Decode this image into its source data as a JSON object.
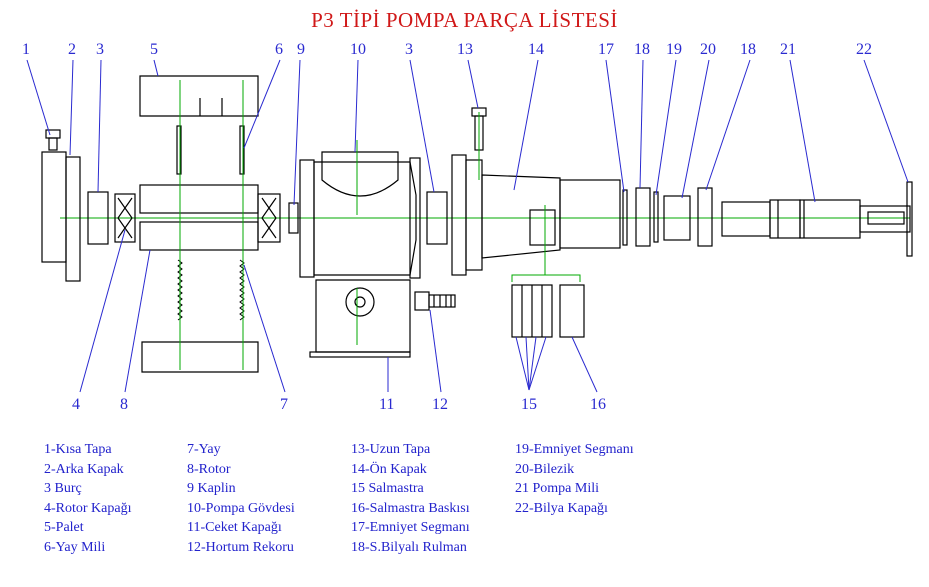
{
  "title": "P3 TİPİ POMPA PARÇA LİSTESİ",
  "colors": {
    "title": "#d01818",
    "labels": "#2a2ad0",
    "outline": "#000000",
    "centerline": "#00aa00"
  },
  "callouts": {
    "c1": "1",
    "c2": "2",
    "c3a": "3",
    "c5": "5",
    "c6": "6",
    "c9": "9",
    "c10": "10",
    "c3b": "3",
    "c13": "13",
    "c14": "14",
    "c17": "17",
    "c18a": "18",
    "c19": "19",
    "c20": "20",
    "c18b": "18",
    "c21": "21",
    "c22": "22",
    "c4": "4",
    "c8": "8",
    "c7": "7",
    "c11": "11",
    "c12": "12",
    "c15": "15",
    "c16": "16"
  },
  "legend": {
    "col1": [
      "1-Kısa Tapa",
      "2-Arka Kapak",
      "3 Burç",
      "4-Rotor Kapağı",
      "5-Palet",
      "6-Yay Mili"
    ],
    "col2": [
      "7-Yay",
      "8-Rotor",
      "9 Kaplin",
      "10-Pompa Gövdesi",
      "11-Ceket Kapağı",
      "12-Hortum Rekoru"
    ],
    "col3": [
      "13-Uzun Tapa",
      "14-Ön Kapak",
      "15 Salmastra",
      "16-Salmastra Baskısı",
      "17-Emniyet Segmanı",
      "18-S.Bilyalı Rulman"
    ],
    "col4": [
      "19-Emniyet Segmanı",
      "20-Bilezik",
      "21 Pompa Mili",
      "22-Bilya Kapağı"
    ]
  }
}
